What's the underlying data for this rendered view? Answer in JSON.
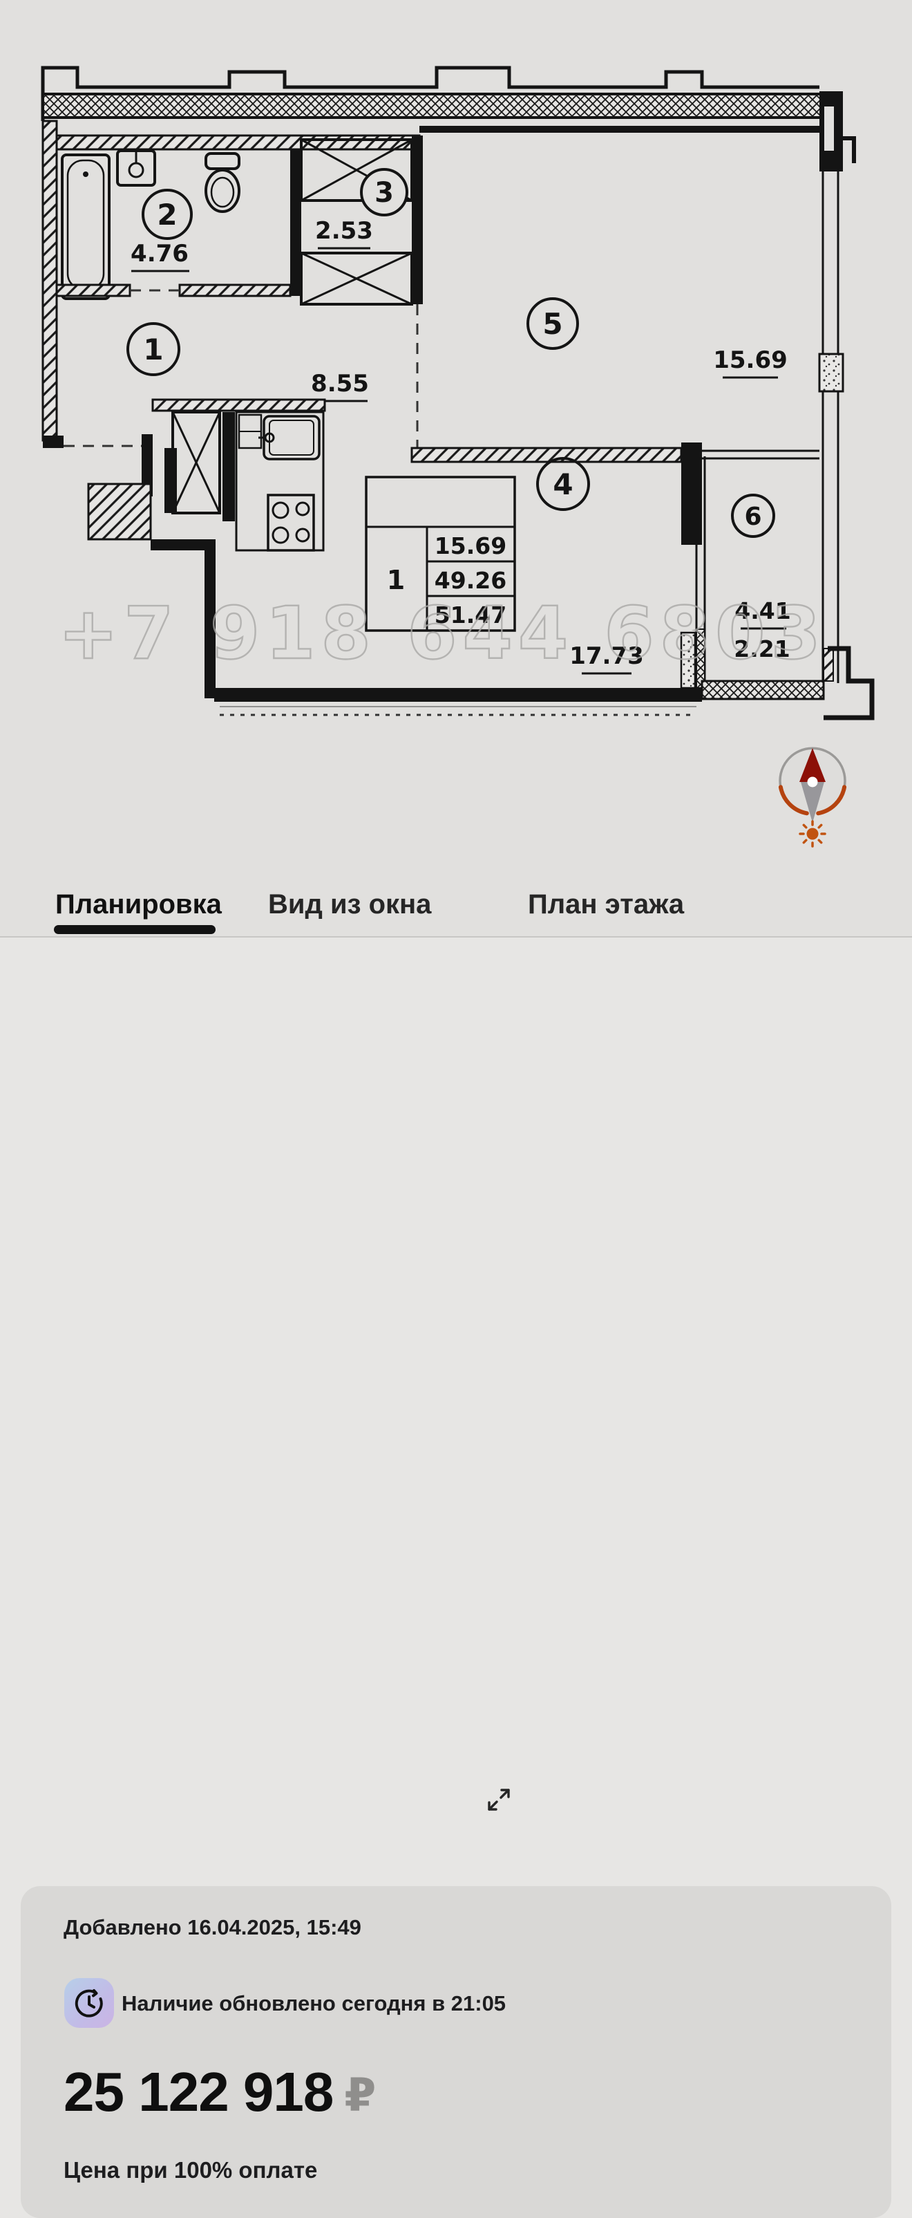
{
  "floor_plan": {
    "watermark": "+7 918 644 6803",
    "rooms": [
      {
        "number": "1",
        "area": "8.55"
      },
      {
        "number": "2",
        "area": "4.76"
      },
      {
        "number": "3",
        "area": "2.53"
      },
      {
        "number": "4",
        "area": "17.73"
      },
      {
        "number": "5",
        "area": "15.69"
      },
      {
        "number": "6",
        "area": "4.41",
        "area2": "2.21"
      }
    ],
    "summary_table": {
      "unit": "1",
      "values": [
        "15.69",
        "49.26",
        "51.47"
      ]
    }
  },
  "tabs": [
    {
      "label": "Планировка",
      "active": true
    },
    {
      "label": "Вид из окна",
      "active": false
    },
    {
      "label": "План этажа",
      "active": false
    }
  ],
  "listing": {
    "added": "Добавлено 16.04.2025, 15:49",
    "availability": "Наличие обновлено сегодня в 21:05",
    "price": "25 122 918",
    "currency": "₽",
    "price_note": "Цена при 100% оплате"
  },
  "colors": {
    "wall": "#141414",
    "compass_orange": "#b5430f",
    "compass_red": "#8c1007",
    "accent_underline": "#121212"
  }
}
